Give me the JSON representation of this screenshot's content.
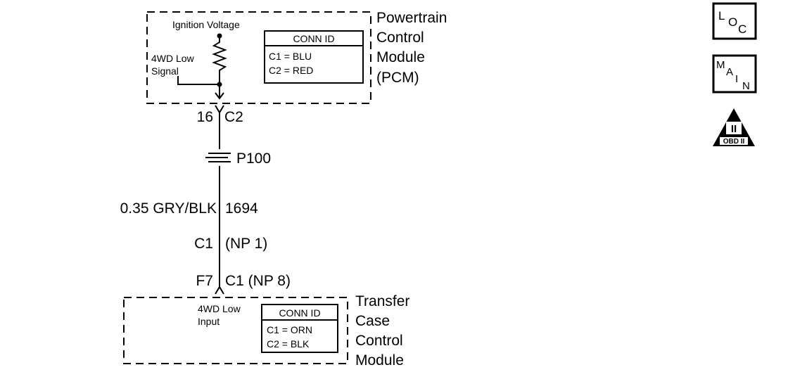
{
  "pcm": {
    "name_lines": [
      "Powertrain",
      "Control",
      "Module",
      "(PCM)"
    ],
    "ignition_voltage": "Ignition Voltage",
    "signal_label_lines": [
      "4WD Low",
      "Signal"
    ],
    "conn_id": {
      "title": "CONN ID",
      "rows": [
        "C1 = BLU",
        "C2 = RED"
      ]
    }
  },
  "wire": {
    "pcm_pin": "16",
    "pcm_connector": "C2",
    "splice": "P100",
    "gauge_color": "0.35 GRY/BLK",
    "circuit": "1694",
    "inline_conn": "C1",
    "inline_np": "(NP 1)",
    "tccm_pin": "F7",
    "tccm_connector": "C1 (NP 8)"
  },
  "tccm": {
    "name_lines": [
      "Transfer",
      "Case",
      "Control",
      "Module"
    ],
    "input_label_lines": [
      "4WD Low",
      "Input"
    ],
    "conn_id": {
      "title": "CONN ID",
      "rows": [
        "C1 = ORN",
        "C2 = BLK"
      ]
    }
  },
  "icons": {
    "loc": {
      "letters": [
        "L",
        "O",
        "C"
      ]
    },
    "main": {
      "letters": [
        "M",
        "A",
        "I",
        "N"
      ]
    },
    "obd": {
      "numeral": "II",
      "label": "OBD II"
    }
  }
}
